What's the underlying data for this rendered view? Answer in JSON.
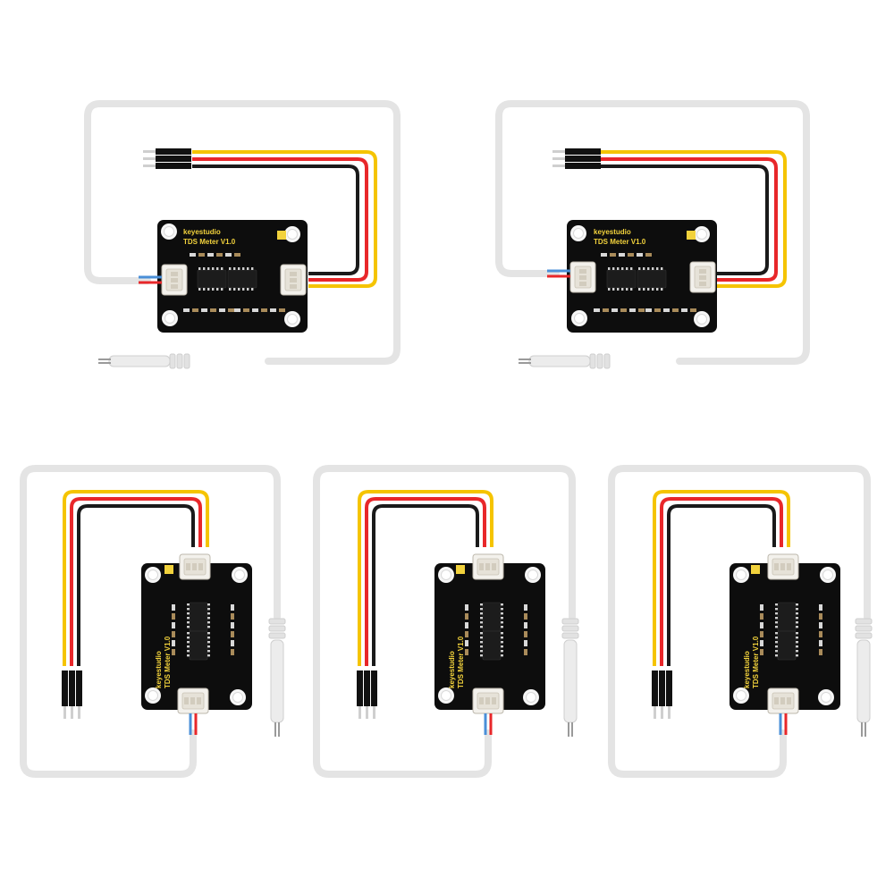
{
  "products": [
    {
      "brand": "keyestudio",
      "model": "TDS Meter  V1.0"
    },
    {
      "brand": "keyestudio",
      "model": "TDS Meter  V1.0"
    },
    {
      "brand": "keyestudio",
      "model": "TDS Meter  V1.0"
    },
    {
      "brand": "keyestudio",
      "model": "TDS Meter  V1.0"
    },
    {
      "brand": "keyestudio",
      "model": "TDS Meter  V1.0"
    }
  ],
  "colors": {
    "wire_yellow": "#f5c400",
    "wire_red": "#e8272a",
    "wire_black": "#1a1a1a",
    "probe_cable": "#e4e4e4",
    "pcb": "#0d0d0d",
    "pin_header": "#111111",
    "logo_yellow": "#f2d23c"
  },
  "icons": [
    "keyestudio-logo-icon"
  ]
}
